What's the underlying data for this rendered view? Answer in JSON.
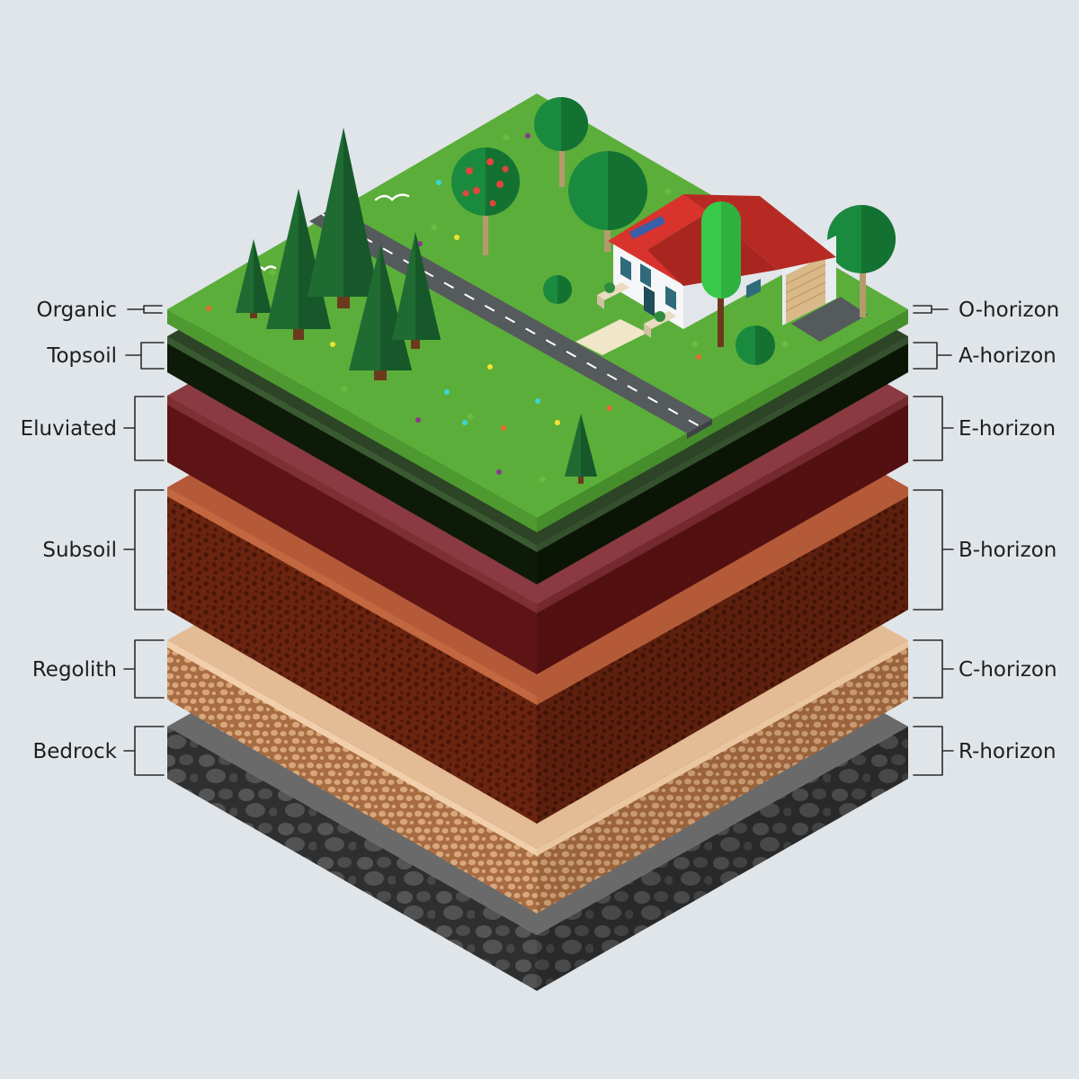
{
  "layers": [
    {
      "id": "organic",
      "left_label": "Organic",
      "right_label": "O-horizon"
    },
    {
      "id": "topsoil",
      "left_label": "Topsoil",
      "right_label": "A-horizon"
    },
    {
      "id": "eluviated",
      "left_label": "Eluviated",
      "right_label": "E-horizon"
    },
    {
      "id": "subsoil",
      "left_label": "Subsoil",
      "right_label": "B-horizon"
    },
    {
      "id": "regolith",
      "left_label": "Regolith",
      "right_label": "C-horizon"
    },
    {
      "id": "bedrock",
      "left_label": "Bedrock",
      "right_label": "R-horizon"
    }
  ],
  "colors": {
    "background": "#e0e5ea",
    "grass_top": "#5cae3a",
    "grass_side": "#4f9a2f",
    "topsoil": "#1b2a12",
    "eluviated": "#5e1414",
    "subsoil": "#6a2410",
    "regolith": "#d7a57a",
    "bedrock": "#4a4a4a",
    "roof": "#c0302b",
    "road": "#555a5c"
  },
  "icons": [
    "pine-tree-icon",
    "round-tree-icon",
    "house-icon",
    "bird-icon",
    "road-icon",
    "flower-icon",
    "bush-icon"
  ]
}
